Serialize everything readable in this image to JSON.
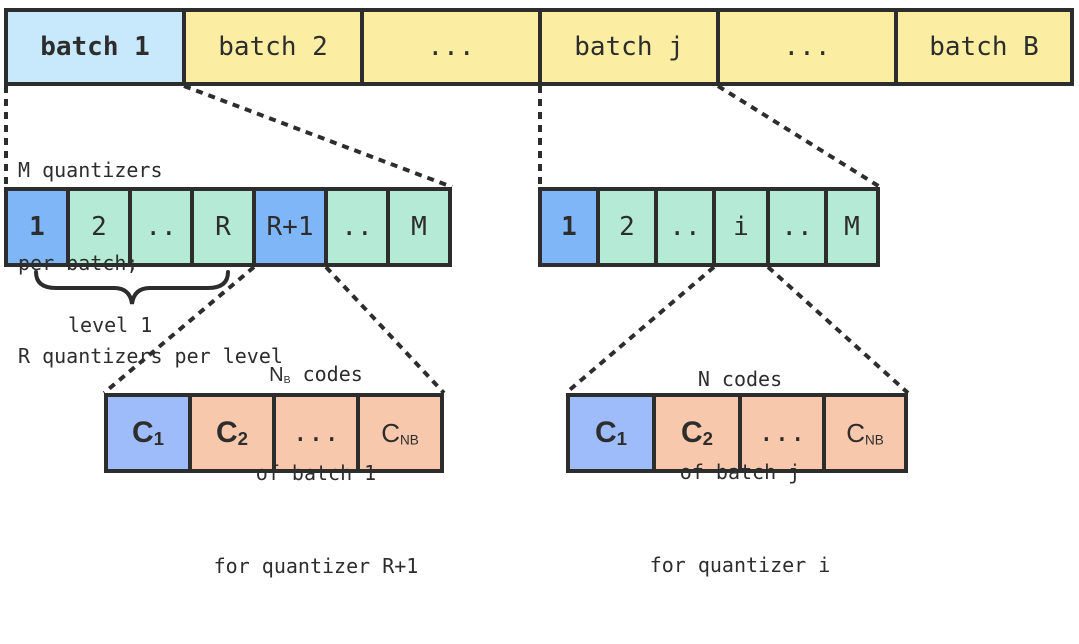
{
  "colors": {
    "batch_highlight": "#c8e8fb",
    "batch": "#fbeea3",
    "quantizer": "#b5ebd6",
    "quantizer_highlight": "#7eb6f8",
    "code_highlight": "#9fbcfa",
    "code": "#f7c8ab",
    "stroke": "#2d2d2d"
  },
  "batches": [
    "batch 1",
    "batch 2",
    "...",
    "batch j",
    "...",
    "batch B"
  ],
  "left_quantizers": [
    "1",
    "2",
    "..",
    "R",
    "R+1",
    "..",
    "M"
  ],
  "right_quantizers": [
    "1",
    "2",
    "..",
    "i",
    "..",
    "M"
  ],
  "notes": {
    "quantizer_info": [
      "M quantizers",
      "per batch;",
      "R quantizers per level"
    ],
    "level_label": "level 1",
    "left_codes_line1_rest": " codes",
    "left_codes_line2": "of batch 1",
    "left_codes_line3": "for quantizer R+1",
    "right_codes_line1": "N codes",
    "right_codes_line2": "of batch j",
    "right_codes_line3": "for quantizer i"
  },
  "symbols": {
    "N": "N",
    "C": "C",
    "sub_B": "B",
    "sub_1": "1",
    "sub_2": "2",
    "sub_NB": "NB",
    "ellipsis": "..."
  }
}
